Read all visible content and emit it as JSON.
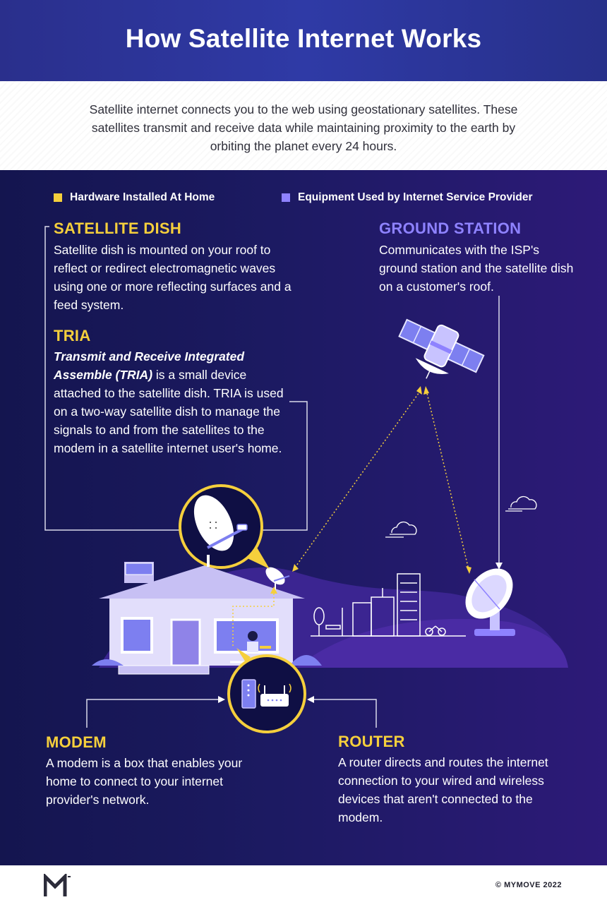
{
  "header": {
    "title": "How Satellite Internet Works"
  },
  "intro": {
    "text": "Satellite internet connects you to the web using geostationary satellites. These satellites transmit and receive data while maintaining proximity to the earth by orbiting the planet every 24 hours."
  },
  "legend": [
    {
      "label": "Hardware Installed At Home",
      "color": "#f5cf3c"
    },
    {
      "label": "Equipment Used by Internet Service Provider",
      "color": "#8e82ff"
    }
  ],
  "sections": {
    "satellite_dish": {
      "title": "SATELLITE DISH",
      "body": "Satellite dish is mounted on your roof to reflect or redirect electromagnetic waves using one or more reflecting surfaces and a feed system."
    },
    "tria": {
      "title": "TRIA",
      "emphasis": "Transmit and Receive Integrated Assemble (TRIA)",
      "body": " is a small device attached to the satellite dish. TRIA is used on a two-way satellite dish to manage the signals to and from the satellites to the modem in a satellite internet user's home."
    },
    "ground_station": {
      "title": "GROUND STATION",
      "body": "Communicates with the ISP's ground station and the satellite dish on a customer's roof."
    },
    "modem": {
      "title": "MODEM",
      "body": "A modem is a box that enables your home to connect to your internet provider's network."
    },
    "router": {
      "title": "ROUTER",
      "body": "A router directs and routes the internet connection to your wired and wireless devices that aren't connected to the modem."
    }
  },
  "colors": {
    "header_bg": "#2a2f8c",
    "main_bg": "#1c1a62",
    "accent_yellow": "#f5cf3c",
    "accent_purple": "#8e82ff"
  },
  "footer": {
    "logo": "M",
    "copyright": "© MYMOVE 2022"
  }
}
